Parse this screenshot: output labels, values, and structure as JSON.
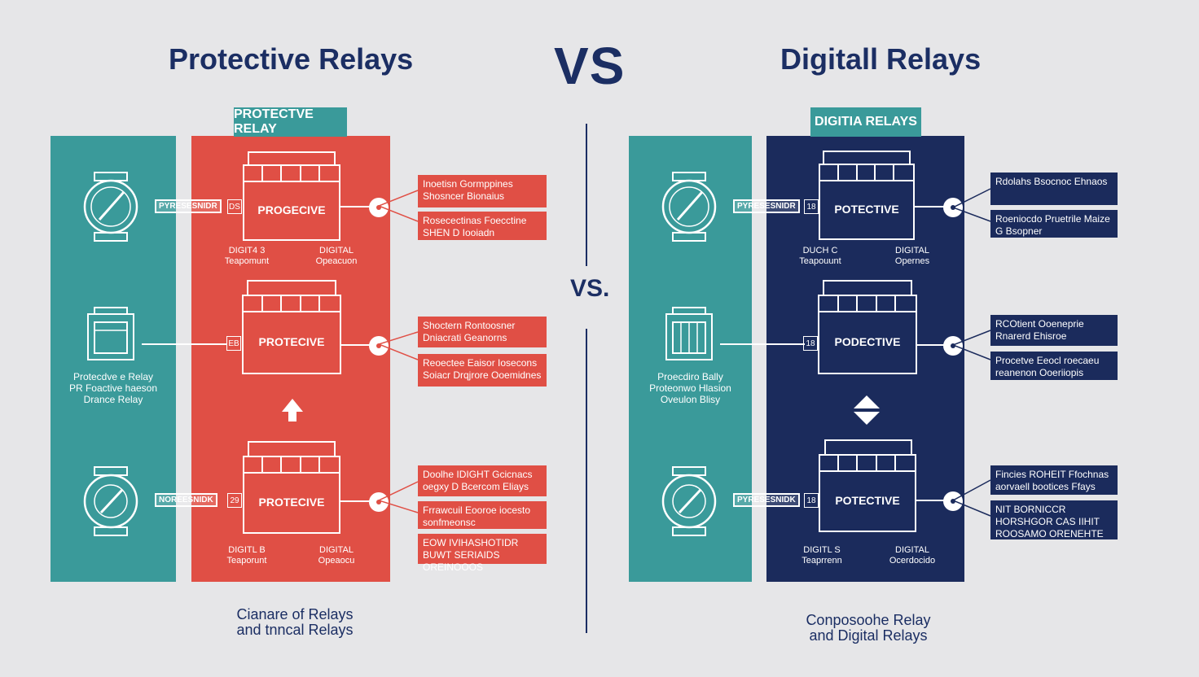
{
  "header": {
    "left_title": "Protective Relays",
    "vs_big": "VS",
    "right_title": "Digitall Relays",
    "vs_small": "VS."
  },
  "left": {
    "tag": "PROTECTVE RELAY",
    "strip_pills": [
      "PYRESESNIDR",
      "",
      "NOREESNIDK"
    ],
    "strip_text": [
      "Protecdve e Relay",
      "PR  Foactive haeson",
      "Drance Relay"
    ],
    "relays": [
      {
        "label": "PROGECIVE",
        "sq": "DS",
        "cap_left": [
          "DIGIT4 3",
          "Teapomunt"
        ],
        "cap_right": [
          "DIGITAL",
          "Opeacuon"
        ]
      },
      {
        "label": "PROTECIVE",
        "sq": "EB",
        "cap_left": [
          "",
          ""
        ],
        "cap_right": [
          "",
          ""
        ]
      },
      {
        "label": "PROTECIVE",
        "sq": "29",
        "cap_left": [
          "DIGITL B",
          "Teaporunt"
        ],
        "cap_right": [
          "DIGITAL",
          "Opeaocu"
        ]
      }
    ],
    "boxes": [
      "Inoetisn Gormppines Shosncer Bionaius",
      "Rosecectinas Foecctine SHEN D Iooiadn",
      "Shoctern Rontoosner Dniacrati Geanorns",
      "Reoectee Eaisor Iosecons Soiacr Drqjrore Ooemidnes",
      "Doolhe IDIGHT Gcicnacs oegxy D Bcercom Eliays",
      "Frrawcuil Eooroe iocesto sonfmeonsc",
      "EOW IVIHASHOTIDR BUWT SERIAIDS OREINOOOS"
    ],
    "footer": [
      "Cianare of Relays",
      "and tnncal Relays"
    ]
  },
  "right": {
    "tag": "DIGITIA RELAYS",
    "strip_pills": [
      "PYRESESNIDR",
      "",
      "PYRESESNIDK"
    ],
    "strip_text": [
      "Proecdiro Bally",
      "Proteonwo Hlasion",
      "Oveulon Blisy"
    ],
    "relays": [
      {
        "label": "POTECTIVE",
        "sq": "18",
        "cap_left": [
          "DUCH C",
          "Teapouunt"
        ],
        "cap_right": [
          "DIGITAL",
          "Opernes"
        ]
      },
      {
        "label": "PODECTIVE",
        "sq": "18",
        "cap_left": [
          "",
          ""
        ],
        "cap_right": [
          "",
          ""
        ]
      },
      {
        "label": "POTECTIVE",
        "sq": "18",
        "cap_left": [
          "DIGITL S",
          "Teaprrenn"
        ],
        "cap_right": [
          "DIGITAL",
          "Ocerdocido"
        ]
      }
    ],
    "boxes": [
      "Rdolahs Bsocnoc Ehnaos",
      "Roeniocdo Pruetrile Maize G Bsopner",
      "RCOtient Ooeneprie Rnarerd Ehisroe",
      "Procetve Eeocl roecaeu reanenon Ooeriiopis",
      "Fincies ROHEIT Ffochnas aorvaell bootices Ffays",
      "NIT BORNICCR HORSHGOR CAS IIHIT ROOSAMO ORENEHTE"
    ],
    "footer": [
      "Conposoohe Relay",
      "and Digital Relays"
    ]
  },
  "colors": {
    "navy": "#1b2e63",
    "teal": "#3a9a9a",
    "red": "#e04f45",
    "panel_navy": "#1b2b5c",
    "background": "#e6e6e8"
  }
}
